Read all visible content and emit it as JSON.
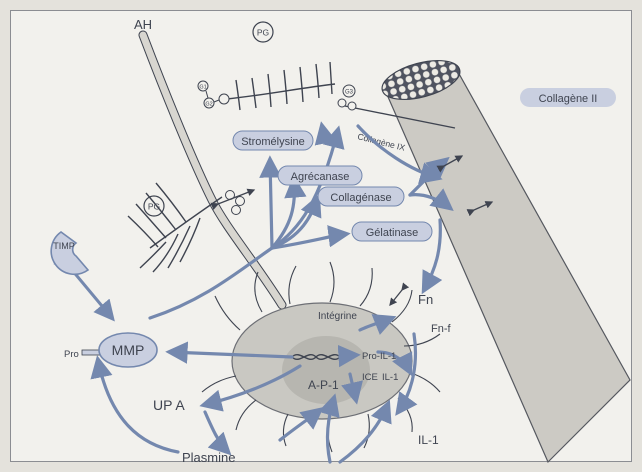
{
  "diagram": {
    "labels": {
      "ah": "AH",
      "pg_top": "PG",
      "pg_left": "PG",
      "collagen2": "Collagène II",
      "collagen9": "Collagène IX",
      "stromelysin": "Stromélysine",
      "aggrecanase": "Agrécanase",
      "collagenase": "Collagénase",
      "gelatinase": "Gélatinase",
      "timp": "TIMP",
      "pro": "Pro",
      "mmp": "MMP",
      "integrin": "Intégrine",
      "fn": "Fn",
      "fnf": "Fn-f",
      "pro_il1": "Pro-IL-1",
      "ice": "ICE",
      "il1_inner": "IL-1",
      "ap1": "A-P-1",
      "upa": "UP A",
      "plasmin": "Plasmine",
      "il1": "IL-1",
      "g1": "G1",
      "g2": "G2",
      "g3": "G3"
    },
    "colors": {
      "arrow": "#7488ae",
      "pill": "#c9cfe0",
      "text": "#3f4450",
      "cell": "#c9c8c2",
      "background": "#f2f1ed"
    }
  }
}
